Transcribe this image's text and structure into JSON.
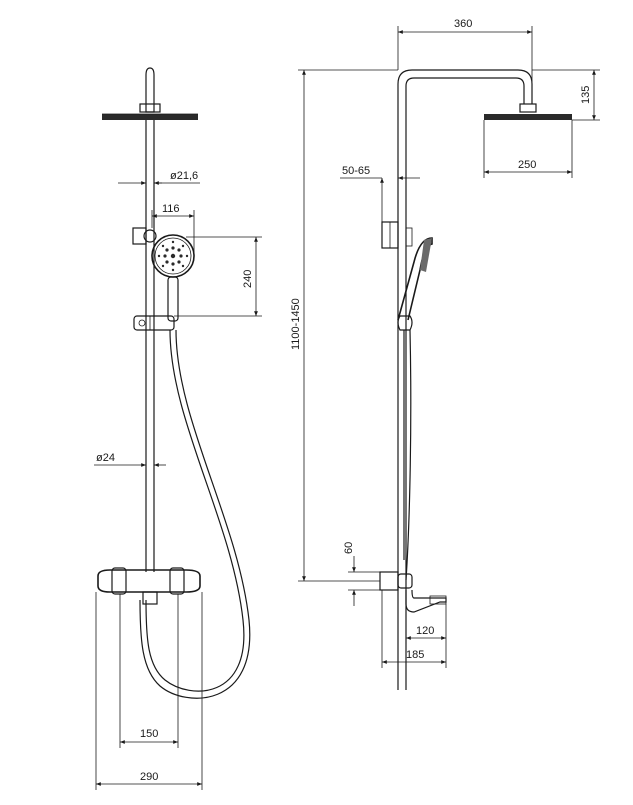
{
  "figure": {
    "front_view": {
      "dimensions": {
        "pipe_diameter_top": "ø21,6",
        "hand_shower_width": "116",
        "hand_shower_height": "240",
        "pipe_diameter_lower": "ø24",
        "valve_spacing": "150",
        "overall_width": "290"
      }
    },
    "side_view": {
      "dimensions": {
        "arm_reach": "360",
        "head_drop": "135",
        "head_diameter": "250",
        "wall_offset": "50-65",
        "total_height": "1100-1450",
        "inlet_height": "60",
        "spout_depth": "120",
        "base_depth": "185"
      }
    }
  },
  "colors": {
    "line": "#1a1a1a",
    "background": "#ffffff"
  }
}
